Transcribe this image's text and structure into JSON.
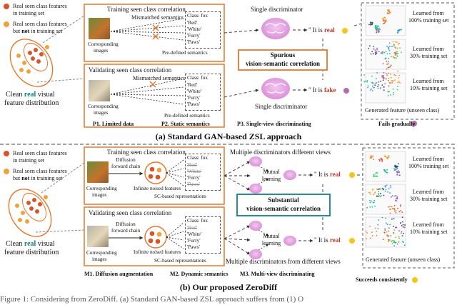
{
  "legend": {
    "seen_in_train_1": "Real seen class features",
    "seen_in_train_2": "in training set",
    "seen_not_train_1": "Real seen class features",
    "seen_not_train_2_a": "but ",
    "seen_not_train_2_b": "not",
    "seen_not_train_2_c": " in training set"
  },
  "colors": {
    "orange": "#e8772e",
    "teal": "#1a8a92",
    "red": "#c0392b",
    "ellipse": "#e8772e"
  },
  "top": {
    "clean_1": "Clean ",
    "clean_real": "real",
    "clean_2": " visual",
    "clean_3": "feature distribution",
    "train_title": "Training seen class correlation",
    "mismatched": "Mismatched semantics",
    "corresponding_1": "Corresponding",
    "corresponding_2": "images",
    "predefined_1": "Pre-defined semantics",
    "validate_title": "Validating seen class correlation",
    "mismatched_2": "Mismatched semantics",
    "corresponding_3": "Corresponding",
    "corresponding_4": "images",
    "predefined_2": "Pre-defined semantics",
    "class_lines": [
      "Class: fox",
      "'Red'",
      "'White'",
      "'Furry'",
      "'Paws'"
    ],
    "class_lines_2": [
      "Class: fox",
      "'Red'",
      "'White'",
      "'Furry'",
      "'Paws'"
    ],
    "single_disc_1": "Single discriminator",
    "single_disc_2": "Single discriminator",
    "real_pre": "\" It is ",
    "real_word": "real",
    "fake_word": "fake",
    "spurious_1": "Spurious",
    "spurious_2": "vision-semantic correlation",
    "learned": [
      "Learned from",
      "100% training set",
      "Learned from",
      "30% training set",
      "Learned from",
      "10% training set"
    ],
    "generated": "Generated feature (unseen class)",
    "p1": "P1. Limited data",
    "p2": "P2. Static semantics",
    "p3": "P3. Single-view discriminating",
    "fails": "Fails gradually",
    "caption": "(a) Standard GAN-based ZSL approach"
  },
  "bottom": {
    "train_title": "Training seen class correlation",
    "diffusion_1": "Diffusion",
    "diffusion_2": "forward chain",
    "diffusion_3": "Diffusion",
    "diffusion_4": "forward chain",
    "corresponding_1": "Corresponding",
    "corresponding_2": "images",
    "corresponding_3": "Corresponding",
    "corresponding_4": "images",
    "infinite_1": "Infinite noised features",
    "infinite_2": "Infinite noised features",
    "sc_1": "SC-based representations",
    "sc_2": "SC-based representations",
    "validate_title": "Validating seen class correlation",
    "class_lines": [
      "Class: fox",
      "'Red'",
      "'White'",
      "'Furry'",
      "'Paws'"
    ],
    "class_lines_2": [
      "Class: fox",
      "'Red'",
      "'White'",
      "'Furry'",
      "'Paws'"
    ],
    "multi_top": "Multiple discriminators different views",
    "multi_bottom": "Multiple discriminators from different views",
    "mutual_1": "Mutual",
    "mutual_2": "learning",
    "mutual_3": "Mutual",
    "mutual_4": "learning",
    "real_pre": "\" It is ",
    "real_word": "real",
    "substantial_1": "Substantial",
    "substantial_2": "vision-semantic correlation",
    "learned": [
      "Learned from",
      "100% training set",
      "Learned from",
      "30% training set",
      "Learned from",
      "10% training set"
    ],
    "generated": "Generated feature (unseen class)",
    "clean_1": "Clean ",
    "clean_real": "real",
    "clean_2": " visual",
    "clean_3": "feature distribution",
    "m1": "M1. Diffusion augmentation",
    "m2": "M2. Dynamic semantics",
    "m3": "M3. Multi-view discriminating",
    "succeeds": "Succeeds consistently",
    "caption": "(b) Our proposed ZeroDiff"
  },
  "footer": "Figure 1: Considering from ZeroDiff. (a) Standard GAN-based ZSL approach suffers from (1) O"
}
